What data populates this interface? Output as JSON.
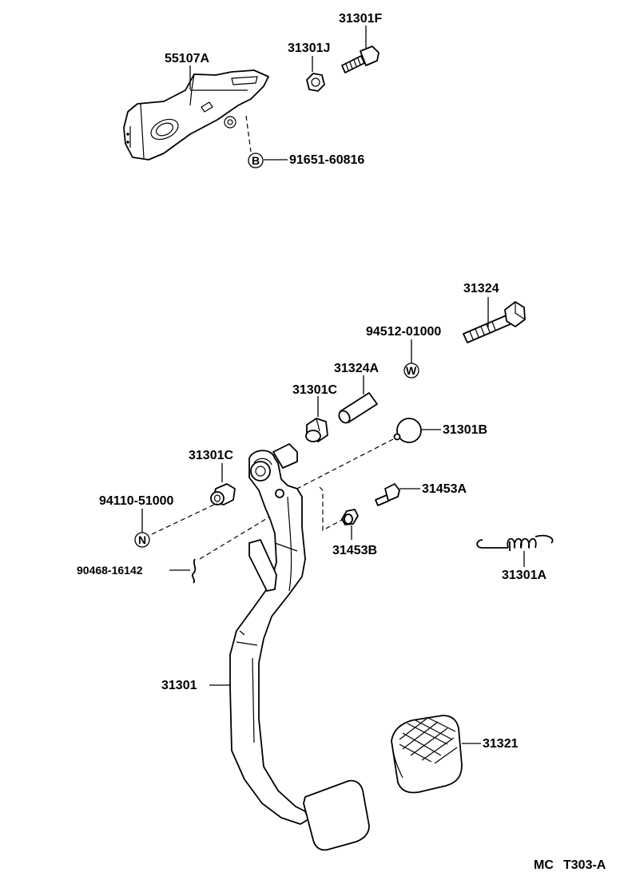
{
  "diagram": {
    "labels": {
      "p55107A": "55107A",
      "p31301J": "31301J",
      "p31301F": "31301F",
      "p91651": "91651-60816",
      "p31324": "31324",
      "p94512": "94512-01000",
      "p31324A": "31324A",
      "p31301C_a": "31301C",
      "p31301B": "31301B",
      "p31301C_b": "31301C",
      "p94110": "94110-51000",
      "p31453A": "31453A",
      "p31453B": "31453B",
      "p31301A": "31301A",
      "p90468": "90468-16142",
      "p31301": "31301",
      "p31321": "31321"
    },
    "symbols": {
      "b": "B",
      "w": "W",
      "n": "N"
    },
    "code": {
      "prefix": "MC",
      "id": "T303-A"
    }
  }
}
